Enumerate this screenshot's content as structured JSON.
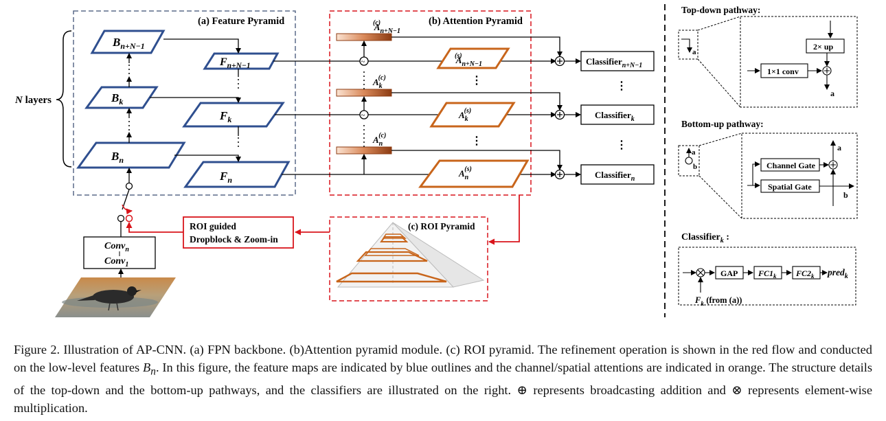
{
  "panels": {
    "feature_pyramid": "(a) Feature Pyramid",
    "attention_pyramid": "(b) Attention Pyramid",
    "roi_pyramid": "(c) ROI Pyramid"
  },
  "feature_maps": {
    "b_top": {
      "main": "B",
      "sub": "n+N−1"
    },
    "b_mid": {
      "main": "B",
      "sub": "k"
    },
    "b_bot": {
      "main": "B",
      "sub": "n"
    },
    "f_top": {
      "main": "F",
      "sub": "n+N−1"
    },
    "f_mid": {
      "main": "F",
      "sub": "k"
    },
    "f_bot": {
      "main": "F",
      "sub": "n"
    }
  },
  "attentions": {
    "c_top": {
      "main": "A",
      "sub": "n+N−1",
      "sup": "(c)"
    },
    "c_mid": {
      "main": "A",
      "sub": "k",
      "sup": "(c)"
    },
    "c_bot": {
      "main": "A",
      "sub": "n",
      "sup": "(c)"
    },
    "s_top": {
      "main": "A",
      "sub": "n+N−1",
      "sup": "(s)"
    },
    "s_mid": {
      "main": "A",
      "sub": "k",
      "sup": "(s)"
    },
    "s_bot": {
      "main": "A",
      "sub": "n",
      "sup": "(s)"
    }
  },
  "classifiers": {
    "top": {
      "main": "Classifier",
      "sub": "n+N−1"
    },
    "mid": {
      "main": "Classifier",
      "sub": "k"
    },
    "bot": {
      "main": "Classifier",
      "sub": "n"
    }
  },
  "n_layers": {
    "n": "N",
    "rest": " layers"
  },
  "ellipsis": "⋮",
  "conv": {
    "top_main": "Conv",
    "top_sub": "n",
    "bot_main": "Conv",
    "bot_sub": "1"
  },
  "roi_box": {
    "line1": "ROI guided",
    "line2": "Dropblock & Zoom-in"
  },
  "right_panel": {
    "top_down_title": "Top-down pathway:",
    "up_label": "2× up",
    "conv_label": "1×1 conv",
    "a_label": "a",
    "b_label": "b",
    "bottom_up_title": "Bottom-up pathway:",
    "channel_gate": "Channel Gate",
    "spatial_gate": "Spatial Gate",
    "classifier_title": {
      "main": "Classifier",
      "sub": "k",
      "rest": " :"
    },
    "gap": "GAP",
    "fc1": {
      "main": "FC1",
      "sub": "k"
    },
    "fc2": {
      "main": "FC2",
      "sub": "k"
    },
    "pred": {
      "main": "pred",
      "sub": "k"
    },
    "fk_from": {
      "main": "F",
      "sub": "k",
      "rest": " (from (a))"
    }
  },
  "caption": {
    "p1": "Figure 2. Illustration of AP-CNN. (a) FPN backbone. (b)Attention pyramid module. (c) ROI pyramid. The refinement operation is shown in the red flow and conducted on the low-level features ",
    "math": "B",
    "math_sub": "n",
    "p2": ". In this figure, the feature maps are indicated by blue outlines and the channel/spatial attentions are indicated in orange. The structure details of the top-down and the bottom-up pathways, and the classifiers are illustrated on the right. ⊕ represents broadcasting addition and ⊗ represents element-wise multiplication."
  },
  "colors": {
    "blue": "#2f4f8f",
    "orange": "#c8651b",
    "red": "#d9141b",
    "gray_dash": "#5a6a88"
  }
}
